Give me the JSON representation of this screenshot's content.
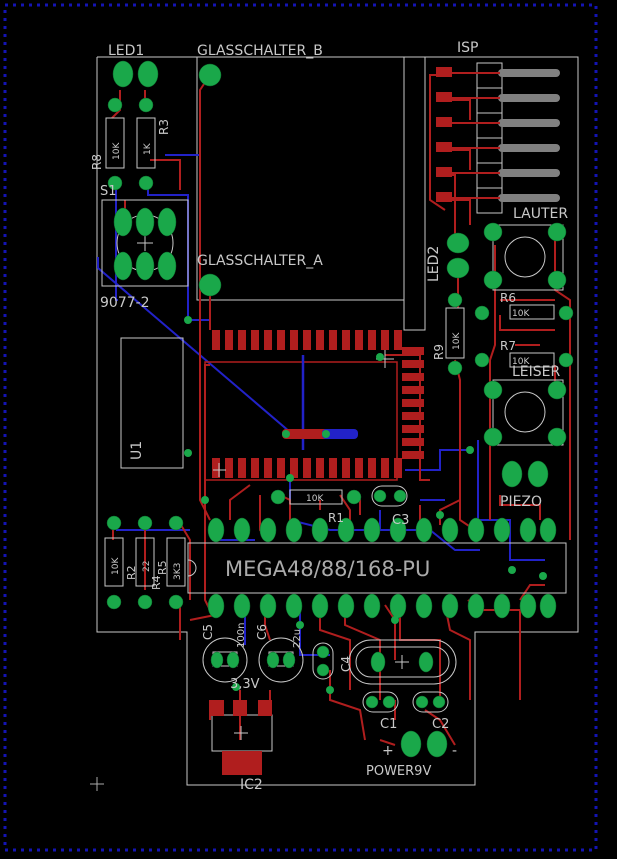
{
  "labels": {
    "led1": "LED1",
    "glass_b": "GLASSCHALTER_B",
    "isp": "ISP",
    "glass_a": "GLASSCHALTER_A",
    "s1": "S1",
    "s1_part": "9077-2",
    "lauter": "LAUTER",
    "led2": "LED2",
    "r6": "R6",
    "r7": "R7",
    "leiser": "LEISER",
    "r8": "R8",
    "r3": "R3",
    "r9": "R9",
    "u1": "U1",
    "piezo": "PIEZO",
    "r1": "R1",
    "c3": "C3",
    "mcu": "MEGA48/88/168-PU",
    "r2": "R2",
    "r4": "R4",
    "r5": "R5",
    "c5": "C5",
    "c6": "C6",
    "c4": "C4",
    "c1": "C1",
    "c2": "C2",
    "v33": "3,3V",
    "ic2": "IC2",
    "power": "POWER9V",
    "plus": "+",
    "minus": "-"
  },
  "values": {
    "r_10k": "10K",
    "r_22": "22",
    "r_1k": "1K",
    "r_3k3": "3K3",
    "c_100n": "100n",
    "c_22u": "22u"
  },
  "colors": {
    "background": "#000000",
    "top_copper": "#b01e1e",
    "bottom_copper": "#2222c8",
    "pads": "#1aa84a",
    "outline": "#c8c8c8",
    "frame": "#1414b4"
  }
}
